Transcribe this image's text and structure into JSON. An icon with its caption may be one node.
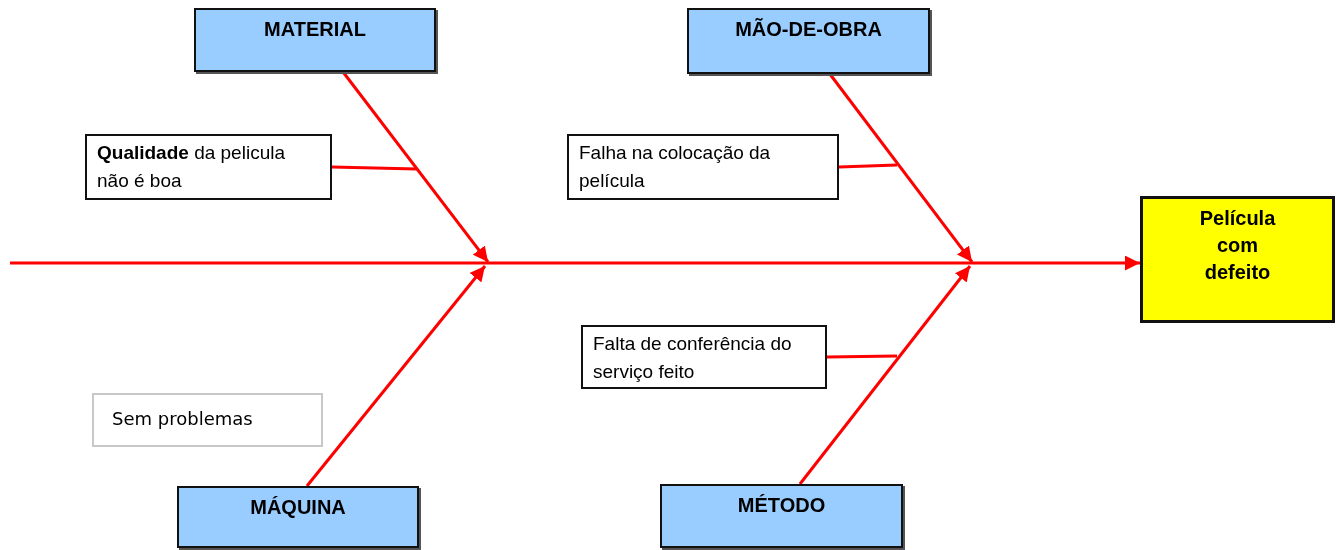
{
  "diagram": {
    "nodes": [
      {
        "text": [
          "MATERIAL"
        ]
      },
      {
        "text": [
          "MÃO-DE-OBRA"
        ]
      },
      {
        "text": [
          "**Qualidade** da pelicula não é boa"
        ]
      },
      {
        "text": [
          "Falha na colocação da película"
        ]
      },
      {
        "text": [
          "Película com defeito"
        ]
      },
      {
        "text": [
          "Falta de conferência do serviço feito"
        ]
      },
      {
        "text": [
          "Sem problemas"
        ]
      },
      {
        "text": [
          "MÁQUINA"
        ]
      },
      {
        "text": [
          "MÉTODO"
        ]
      }
    ],
    "edges": [
      {
        "from": null,
        "to": 4,
        "arrow": "to"
      },
      {
        "from": 0,
        "to": null,
        "arrow": "to"
      },
      {
        "from": 1,
        "to": null,
        "arrow": "to"
      },
      {
        "from": 7,
        "to": null,
        "arrow": "to"
      },
      {
        "from": 8,
        "to": null,
        "arrow": "to"
      },
      {
        "from": 2,
        "to": null,
        "arrow": "none"
      },
      {
        "from": 3,
        "to": null,
        "arrow": "none"
      },
      {
        "from": 5,
        "to": null,
        "arrow": "none"
      }
    ]
  }
}
